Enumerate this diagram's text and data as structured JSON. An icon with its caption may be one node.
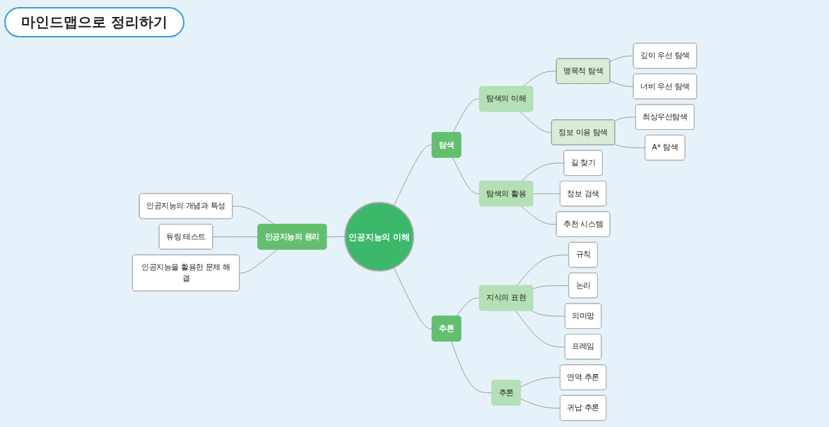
{
  "diagram": {
    "title": "마인드맵으로 정리하기",
    "nodes": [
      {
        "text": [
          "인공지능의 이해"
        ]
      },
      {
        "text": [
          "인공지능의 원리"
        ]
      },
      {
        "text": [
          "인공지능의 개념과 특성"
        ]
      },
      {
        "text": [
          "튜링 테스트"
        ]
      },
      {
        "text": [
          "인공지능을 활용한 문제 해결"
        ]
      },
      {
        "text": [
          "탐색"
        ]
      },
      {
        "text": [
          "탐색의 이해"
        ]
      },
      {
        "text": [
          "맹목적 탐색"
        ]
      },
      {
        "text": [
          "깊이 우선 탐색"
        ]
      },
      {
        "text": [
          "너비 우선 탐색"
        ]
      },
      {
        "text": [
          "정보 이용 탐색"
        ]
      },
      {
        "text": [
          "최상우선탐색"
        ]
      },
      {
        "text": [
          "A* 탐색"
        ]
      },
      {
        "text": [
          "탐색의 활용"
        ]
      },
      {
        "text": [
          "길 찾기"
        ]
      },
      {
        "text": [
          "정보 검색"
        ]
      },
      {
        "text": [
          "추천 시스템"
        ]
      },
      {
        "text": [
          "추론"
        ]
      },
      {
        "text": [
          "지식의 표현"
        ]
      },
      {
        "text": [
          "규칙"
        ]
      },
      {
        "text": [
          "논리"
        ]
      },
      {
        "text": [
          "의미망"
        ]
      },
      {
        "text": [
          "프레임"
        ]
      },
      {
        "text": [
          "추론"
        ]
      },
      {
        "text": [
          "연역 추론"
        ]
      },
      {
        "text": [
          "귀납 추론"
        ]
      }
    ],
    "edges": [
      {
        "from": 1,
        "to": 0,
        "arrow": "none"
      },
      {
        "from": 2,
        "to": 1,
        "arrow": "none"
      },
      {
        "from": 3,
        "to": 1,
        "arrow": "none"
      },
      {
        "from": 4,
        "to": 1,
        "arrow": "none"
      },
      {
        "from": 0,
        "to": 5,
        "arrow": "none"
      },
      {
        "from": 5,
        "to": 6,
        "arrow": "none"
      },
      {
        "from": 6,
        "to": 7,
        "arrow": "none"
      },
      {
        "from": 7,
        "to": 8,
        "arrow": "none"
      },
      {
        "from": 7,
        "to": 9,
        "arrow": "none"
      },
      {
        "from": 6,
        "to": 10,
        "arrow": "none"
      },
      {
        "from": 10,
        "to": 11,
        "arrow": "none"
      },
      {
        "from": 10,
        "to": 12,
        "arrow": "none"
      },
      {
        "from": 5,
        "to": 13,
        "arrow": "none"
      },
      {
        "from": 13,
        "to": 14,
        "arrow": "none"
      },
      {
        "from": 13,
        "to": 15,
        "arrow": "none"
      },
      {
        "from": 13,
        "to": 16,
        "arrow": "none"
      },
      {
        "from": 0,
        "to": 17,
        "arrow": "none"
      },
      {
        "from": 17,
        "to": 18,
        "arrow": "none"
      },
      {
        "from": 18,
        "to": 19,
        "arrow": "none"
      },
      {
        "from": 18,
        "to": 20,
        "arrow": "none"
      },
      {
        "from": 18,
        "to": 21,
        "arrow": "none"
      },
      {
        "from": 18,
        "to": 22,
        "arrow": "none"
      },
      {
        "from": 17,
        "to": 23,
        "arrow": "none"
      },
      {
        "from": 23,
        "to": 24,
        "arrow": "none"
      },
      {
        "from": 23,
        "to": 25,
        "arrow": "none"
      }
    ]
  }
}
